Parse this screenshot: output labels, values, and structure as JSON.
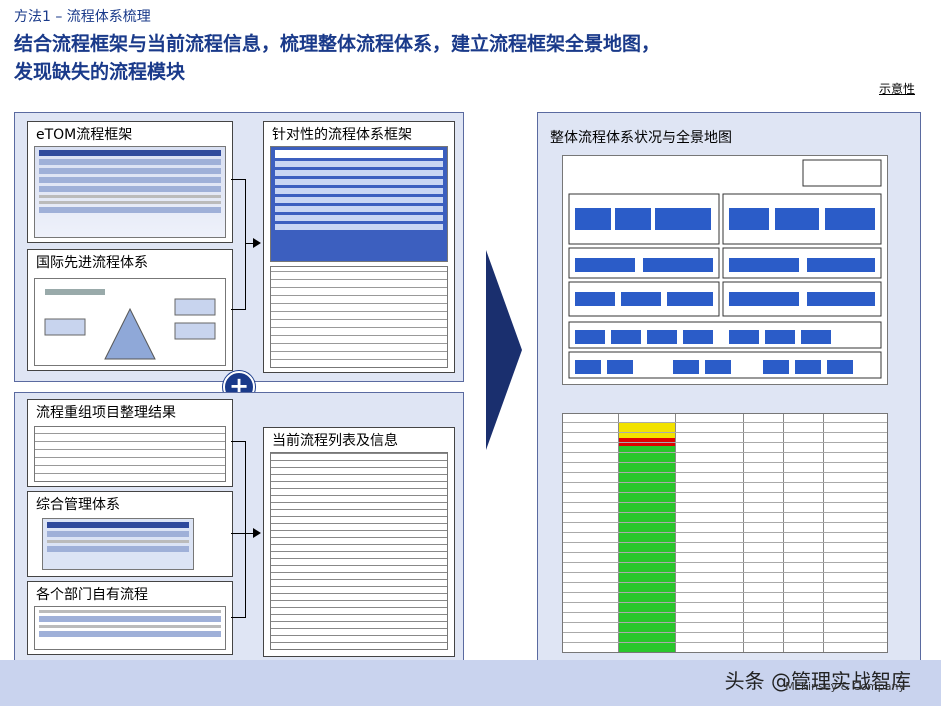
{
  "header": {
    "kicker": "方法1 – 流程体系梳理",
    "headline_line1": "结合流程框架与当前流程信息，梳理整体流程体系，建立流程框架全景地图，",
    "headline_line2": "发现缺失的流程模块",
    "illustrative": "示意性"
  },
  "left": {
    "frameworks": {
      "etom": "eTOM流程框架",
      "intl": "国际先进流程体系",
      "target": "针对性的流程体系框架"
    },
    "plus_symbol": "+",
    "sources": {
      "reorg": "流程重组项目整理结果",
      "mgmt": "综合管理体系",
      "dept": "各个部门自有流程",
      "current": "当前流程列表及信息"
    }
  },
  "right": {
    "title": "整体流程体系状况与全景地图"
  },
  "footer": {
    "brand": "头条 @管理实战智库",
    "credit": "McKinsey & Company"
  },
  "colors": {
    "title_blue": "#1a3a8a",
    "panel_bg": "#dfe5f4",
    "arrow_navy": "#1a2f6e",
    "green": "#29c72b",
    "yellow": "#f2e200",
    "red": "#e00000"
  }
}
